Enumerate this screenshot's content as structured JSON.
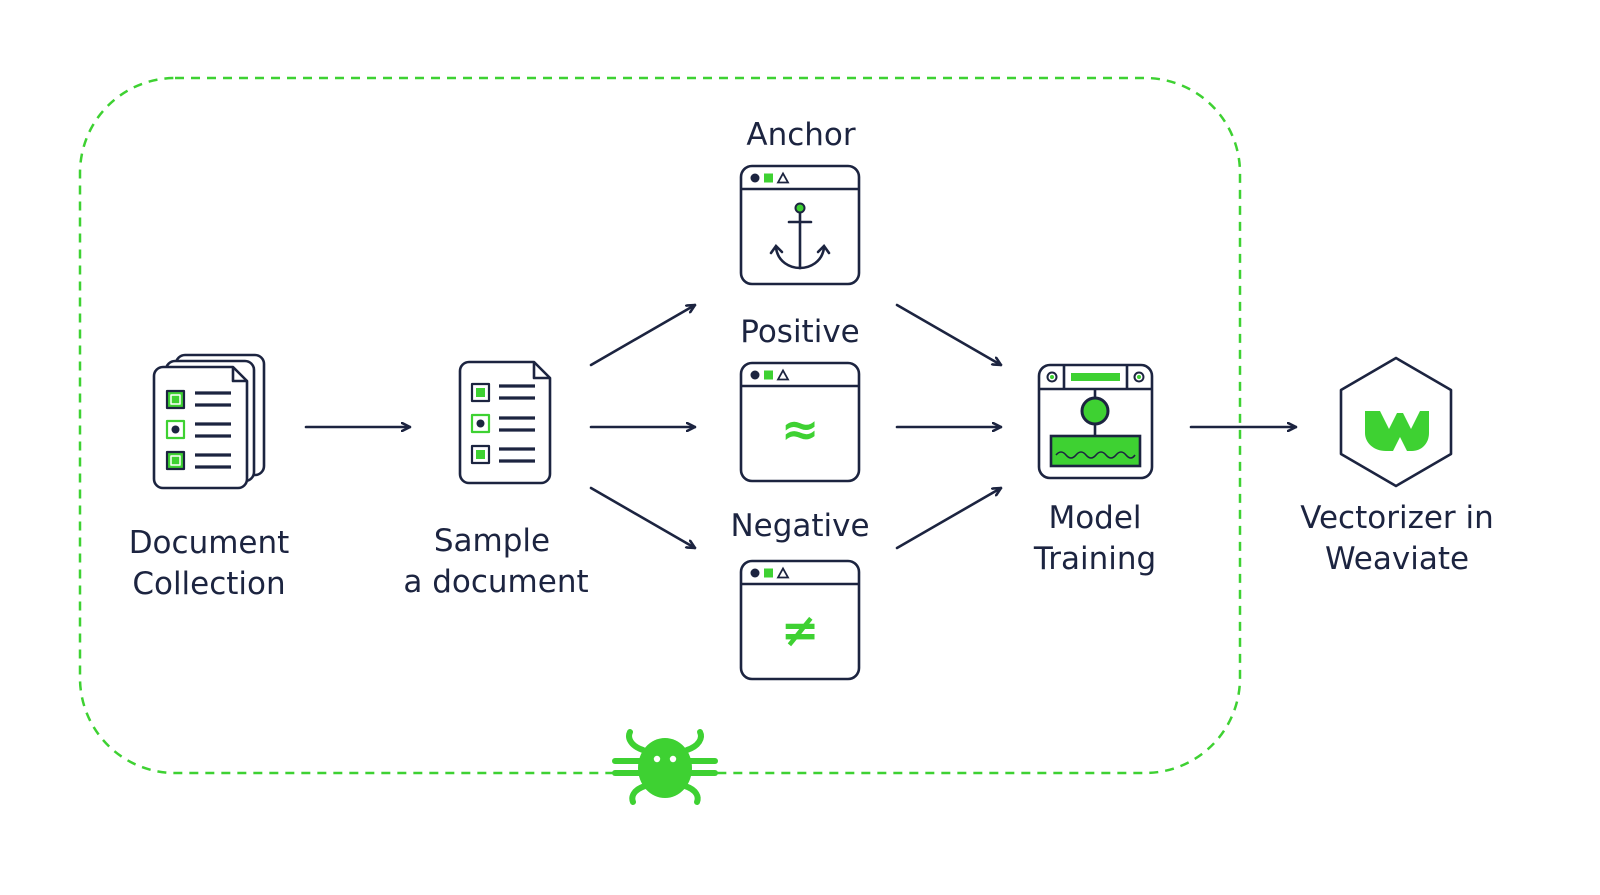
{
  "colors": {
    "navy": "#1c2440",
    "green": "#3ed132",
    "background": "#ffffff"
  },
  "nodes": {
    "document_collection": {
      "line1": "Document",
      "line2": "Collection",
      "icon": "stacked-checklist-documents-icon"
    },
    "sample_document": {
      "line1": "Sample",
      "line2": "a document",
      "icon": "checklist-document-icon"
    },
    "anchor": {
      "label": "Anchor",
      "icon": "anchor-icon"
    },
    "positive": {
      "label": "Positive",
      "symbol": "≈",
      "icon": "approx-equal-icon"
    },
    "negative": {
      "label": "Negative",
      "symbol": "≠",
      "icon": "not-equal-icon"
    },
    "model_training": {
      "line1": "Model",
      "line2": "Training",
      "icon": "training-machine-icon"
    },
    "vectorizer": {
      "line1": "Vectorizer in",
      "line2": "Weaviate",
      "icon": "weaviate-logo-icon"
    }
  },
  "loop": {
    "icon": "bug-icon",
    "style": "dashed"
  }
}
